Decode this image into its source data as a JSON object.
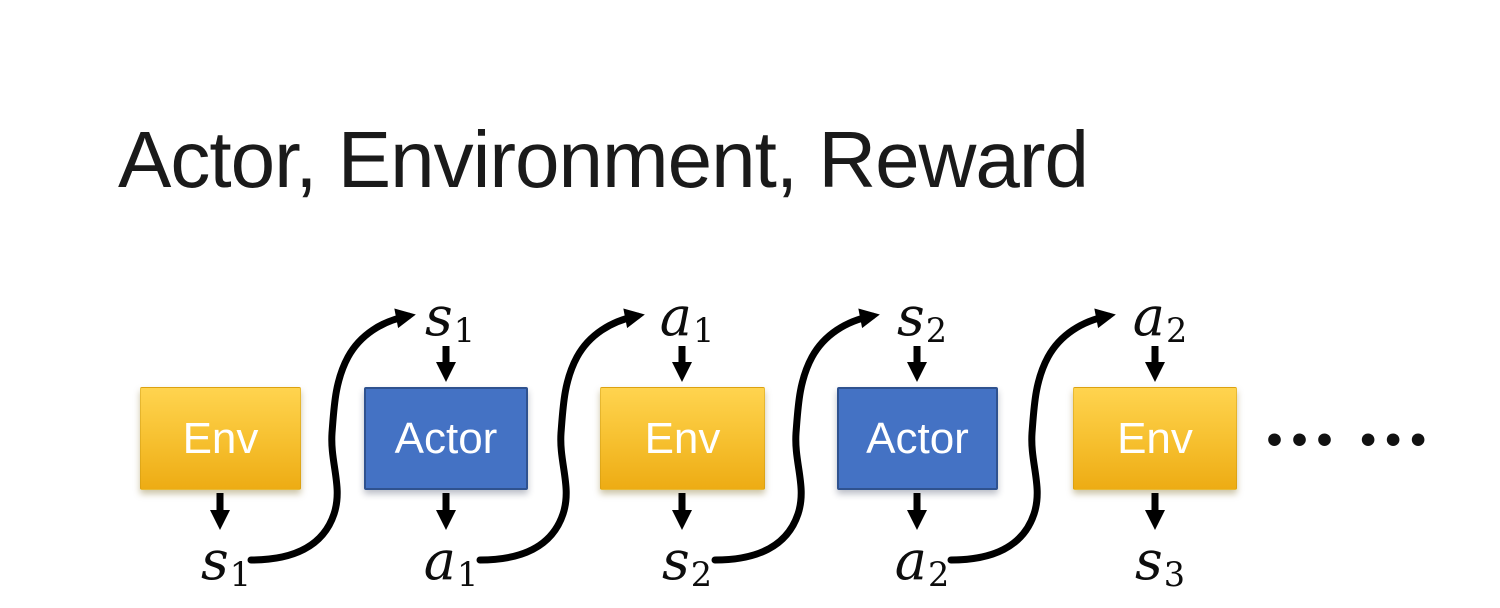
{
  "slide": {
    "title": "Actor, Environment, Reward",
    "ellipsis": "••• •••"
  },
  "colors": {
    "title_text": "#1A1A1A",
    "env_top": "#FFD44F",
    "env_bottom": "#EDAC14",
    "actor_fill": "#4472C4",
    "actor_border": "#2F528F",
    "box_text": "#FFFFFF",
    "arrow": "#000000"
  },
  "timeline": {
    "boxes": [
      {
        "label": "Env",
        "type": "env"
      },
      {
        "label": "Actor",
        "type": "actor"
      },
      {
        "label": "Env",
        "type": "env"
      },
      {
        "label": "Actor",
        "type": "actor"
      },
      {
        "label": "Env",
        "type": "env"
      }
    ],
    "top_labels": [
      {
        "base": "s",
        "sub": "1"
      },
      {
        "base": "a",
        "sub": "1"
      },
      {
        "base": "s",
        "sub": "2"
      },
      {
        "base": "a",
        "sub": "2"
      }
    ],
    "bottom_labels": [
      {
        "base": "s",
        "sub": "1"
      },
      {
        "base": "a",
        "sub": "1"
      },
      {
        "base": "s",
        "sub": "2"
      },
      {
        "base": "a",
        "sub": "2"
      },
      {
        "base": "s",
        "sub": "3"
      }
    ]
  }
}
